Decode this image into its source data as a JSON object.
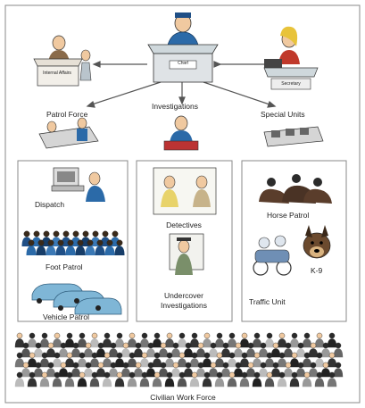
{
  "chief": {
    "plaque": "Chief"
  },
  "internal_affairs": {
    "plaque": "Internal Affairs"
  },
  "secretary": {
    "plaque": "Secretary"
  },
  "branches": {
    "patrol_force": "Patrol Force",
    "investigations": "Investigations",
    "special_units": "Special Units"
  },
  "patrol_units": {
    "dispatch": "Dispatch",
    "foot_patrol": "Foot Patrol",
    "vehicle_patrol": "Vehicle Patrol"
  },
  "investigation_units": {
    "detectives": "Detectives",
    "undercover": "Undercover Investigations"
  },
  "special_units_list": {
    "horse_patrol": "Horse Patrol",
    "k9": "K-9",
    "traffic_unit": "Traffic Unit"
  },
  "civilian": {
    "label": "Civilian Work Force"
  },
  "colors": {
    "uniform": "#2b6aa8",
    "car": "#7fb6d6",
    "crowd": "#555555",
    "frame": "#8a8a8a"
  }
}
